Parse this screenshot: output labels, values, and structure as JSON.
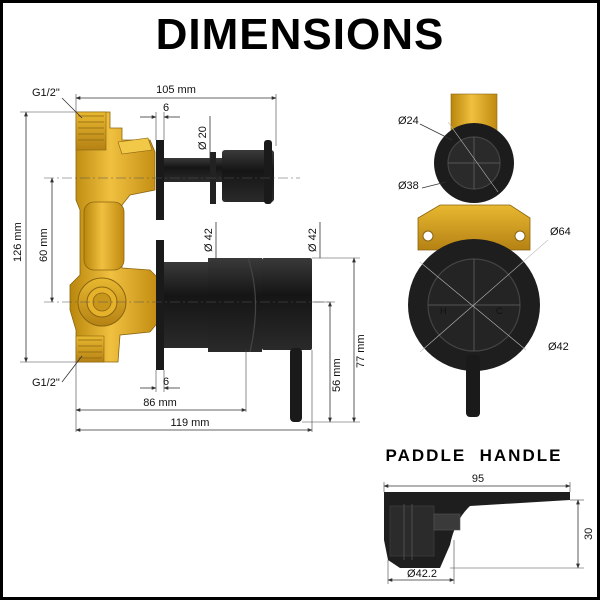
{
  "title": "DIMENSIONS",
  "paddle_title": "PADDLE  HANDLE",
  "labels": {
    "g12_top": "G1/2\"",
    "g12_bottom": "G1/2\"",
    "w105": "105 mm",
    "w6_top": "6",
    "d20": "Ø 20",
    "h126": "126 mm",
    "h60": "60 mm",
    "d42_a": "Ø 42",
    "d42_b": "Ø 42",
    "h77": "77 mm",
    "h56": "56 mm",
    "w6_bottom": "6",
    "w86": "86 mm",
    "w119": "119 mm",
    "d24": "Ø24",
    "d38": "Ø38",
    "d64": "Ø64",
    "d42_front": "Ø42",
    "p95": "95",
    "p30": "30",
    "p422": "Ø42.2"
  },
  "colors": {
    "brass": "#d9a520",
    "brass_dark": "#a87a12",
    "black": "#1c1c1c",
    "border": "#000000"
  }
}
